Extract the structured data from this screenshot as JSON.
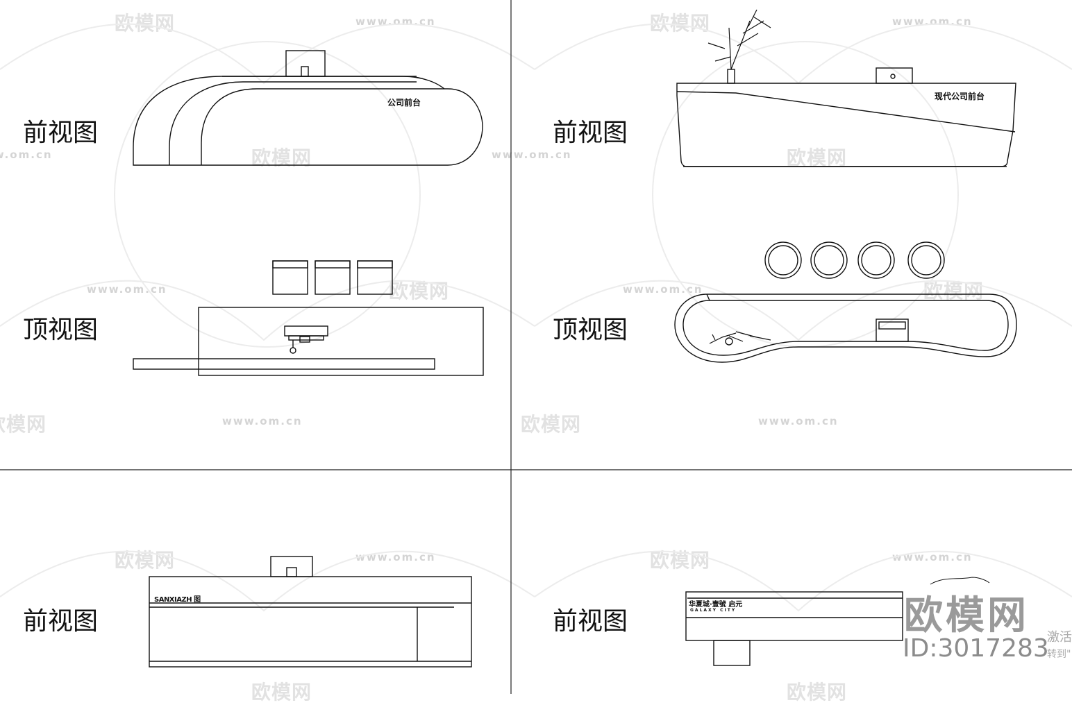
{
  "watermark": {
    "logo_text": "欧模网",
    "url_text": "www.om.cn"
  },
  "panels": [
    {
      "label": "前视图",
      "desk_text": "公司前台"
    },
    {
      "label": "前视图",
      "desk_text": "现代公司前台"
    },
    {
      "label": "顶视图"
    },
    {
      "label": "顶视图"
    },
    {
      "label": "前视图",
      "desk_text": "SANXIAZH 图"
    },
    {
      "label": "前视图",
      "desk_text": "华夏城·壹號 启元",
      "desk_subtext": "GALAXY CITY"
    }
  ],
  "brand_watermark": {
    "name": "欧模网",
    "id": "ID:3017283"
  },
  "activation_notice": {
    "line1": "激活",
    "line2": "转到\""
  }
}
